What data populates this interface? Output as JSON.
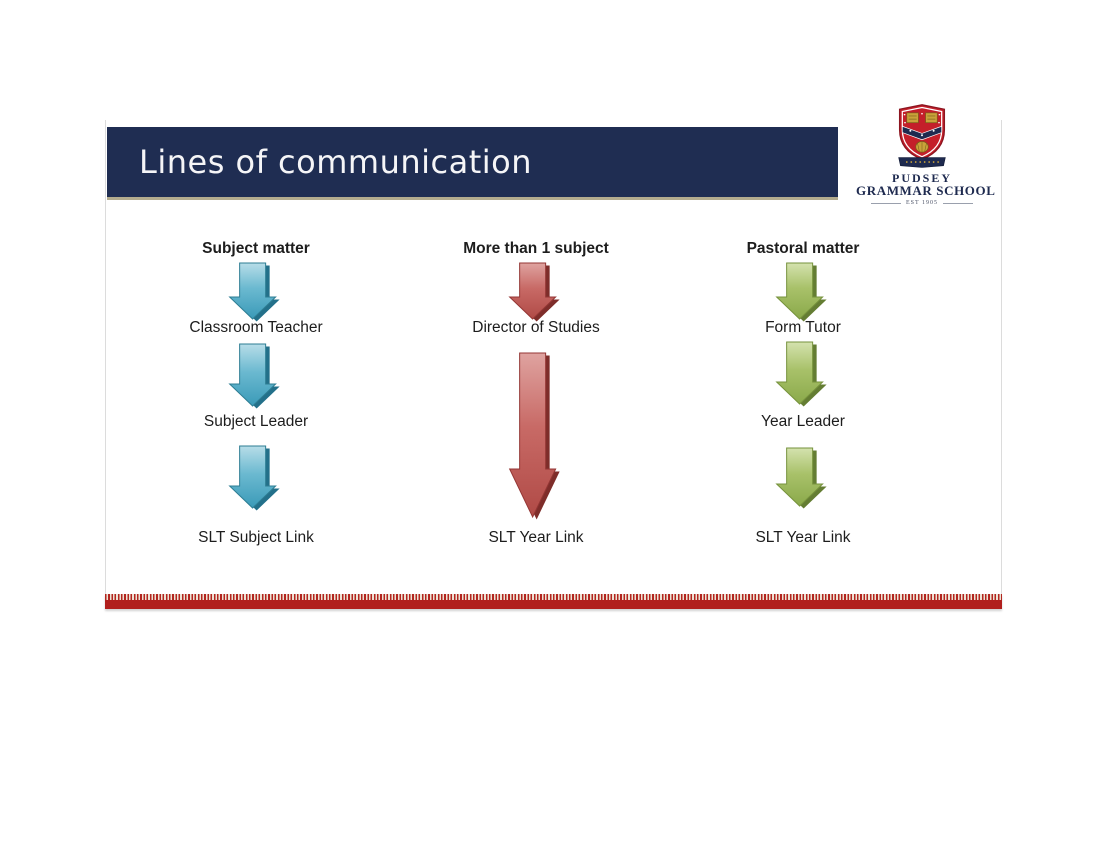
{
  "slide": {
    "title": "Lines of communication",
    "columns": [
      {
        "id": "subject-matter",
        "header": "Subject matter",
        "arrow_color_name": "blue",
        "steps": [
          "Classroom Teacher",
          "Subject Leader",
          "SLT Subject Link"
        ]
      },
      {
        "id": "more-than-one-subject",
        "header": "More than 1 subject",
        "arrow_color_name": "red",
        "steps": [
          "Director of Studies",
          "SLT Year Link"
        ]
      },
      {
        "id": "pastoral-matter",
        "header": "Pastoral matter",
        "arrow_color_name": "green",
        "steps": [
          "Form Tutor",
          "Year Leader",
          "SLT Year Link"
        ]
      }
    ],
    "logo": {
      "name_line1": "PUDSEY",
      "name_line2": "GRAMMAR SCHOOL",
      "established": "EST 1905"
    },
    "icons": {
      "arrow": "down-arrow-icon",
      "crest": "school-crest-icon"
    },
    "colors": {
      "title_bar_bg": "#1f2d52",
      "title_text": "#f5f5f7",
      "title_bar_shadow": "#b3ab8e",
      "arrow_blue": "#4bacc6",
      "arrow_red": "#c0504d",
      "arrow_green": "#9bbb59",
      "footer_red": "#b11f1d",
      "crest_red": "#c41f2a",
      "crest_gold": "#c9a23a",
      "crest_navy": "#1e2a4f",
      "diagram_text": "#1d1d1d"
    }
  }
}
